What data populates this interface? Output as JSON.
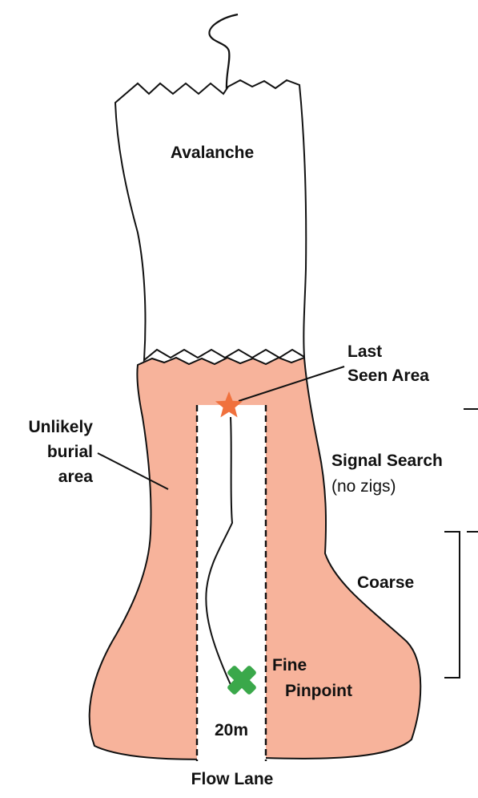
{
  "labels": {
    "avalanche": "Avalanche",
    "last_seen_line1": "Last",
    "last_seen_line2": "Seen Area",
    "unlikely_line1": "Unlikely",
    "unlikely_line2": "burial",
    "unlikely_line3": "area",
    "signal_search": "Signal Search",
    "no_zigs": "(no zigs)",
    "coarse": "Coarse",
    "fine": "Fine",
    "pinpoint": "Pinpoint",
    "lane_width": "20m",
    "flow_lane": "Flow Lane"
  },
  "colors": {
    "debris_fill": "#f7b39b",
    "outline": "#111111",
    "last_seen_marker": "#f0713d",
    "pinpoint_marker": "#3aa84a",
    "lane_fill": "#ffffff"
  },
  "icons": {
    "last_seen_marker": "star-icon",
    "pinpoint_marker": "x-cross-icon"
  }
}
